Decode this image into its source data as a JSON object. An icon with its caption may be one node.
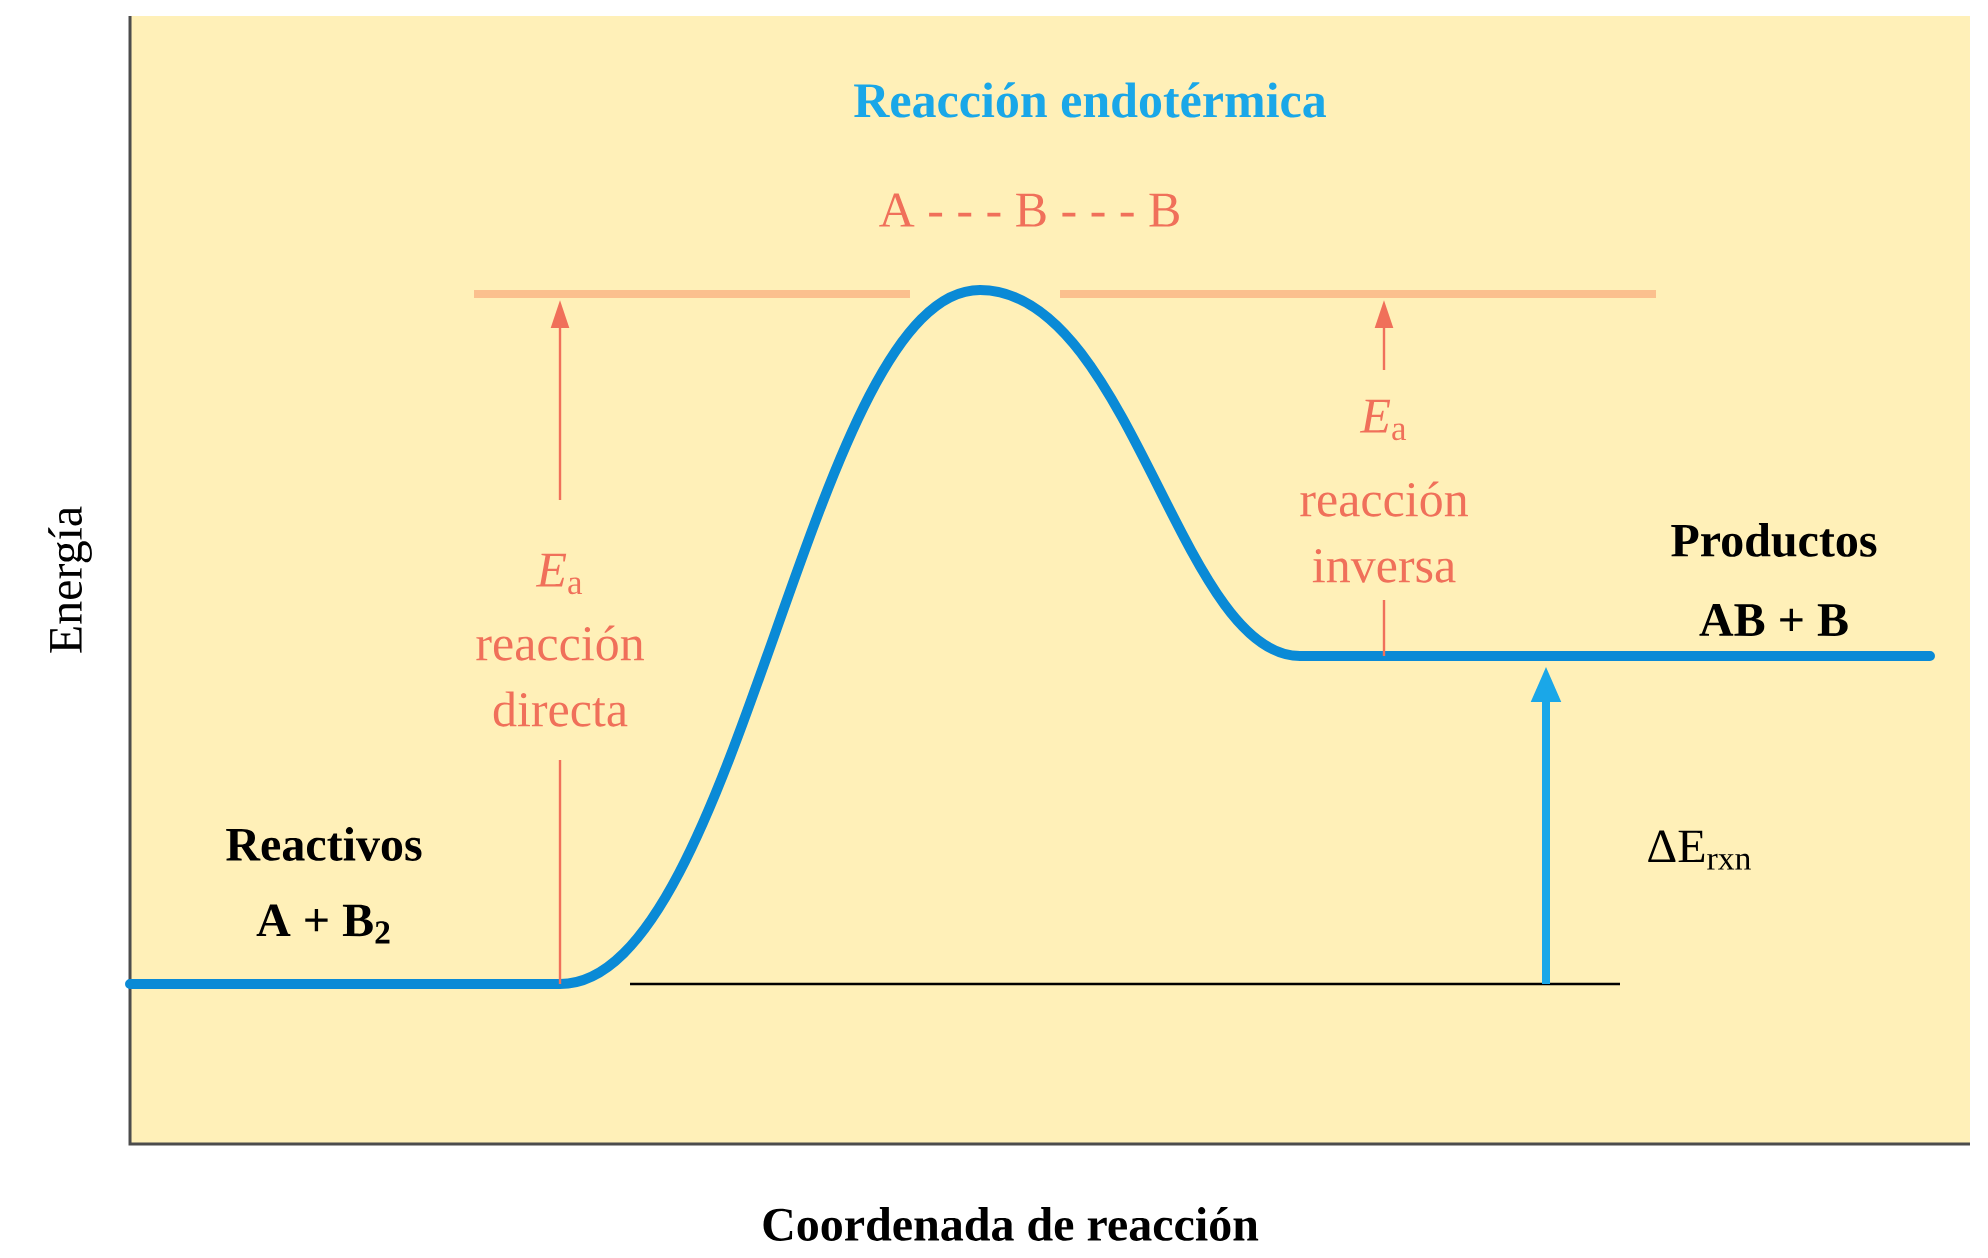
{
  "diagram": {
    "title": "Reacción endotérmica",
    "labels": [
      "A - - - B - - - B",
      "*E*$_{a}$",
      "reacción directa",
      "*E*$_{a}$",
      "reacción inversa",
      "Productos",
      "AB + B",
      "Reactivos",
      "A + B$_{2}$",
      "ΔE$_{rxn}$",
      "Energía",
      "Coordenada de reacción"
    ]
  }
}
